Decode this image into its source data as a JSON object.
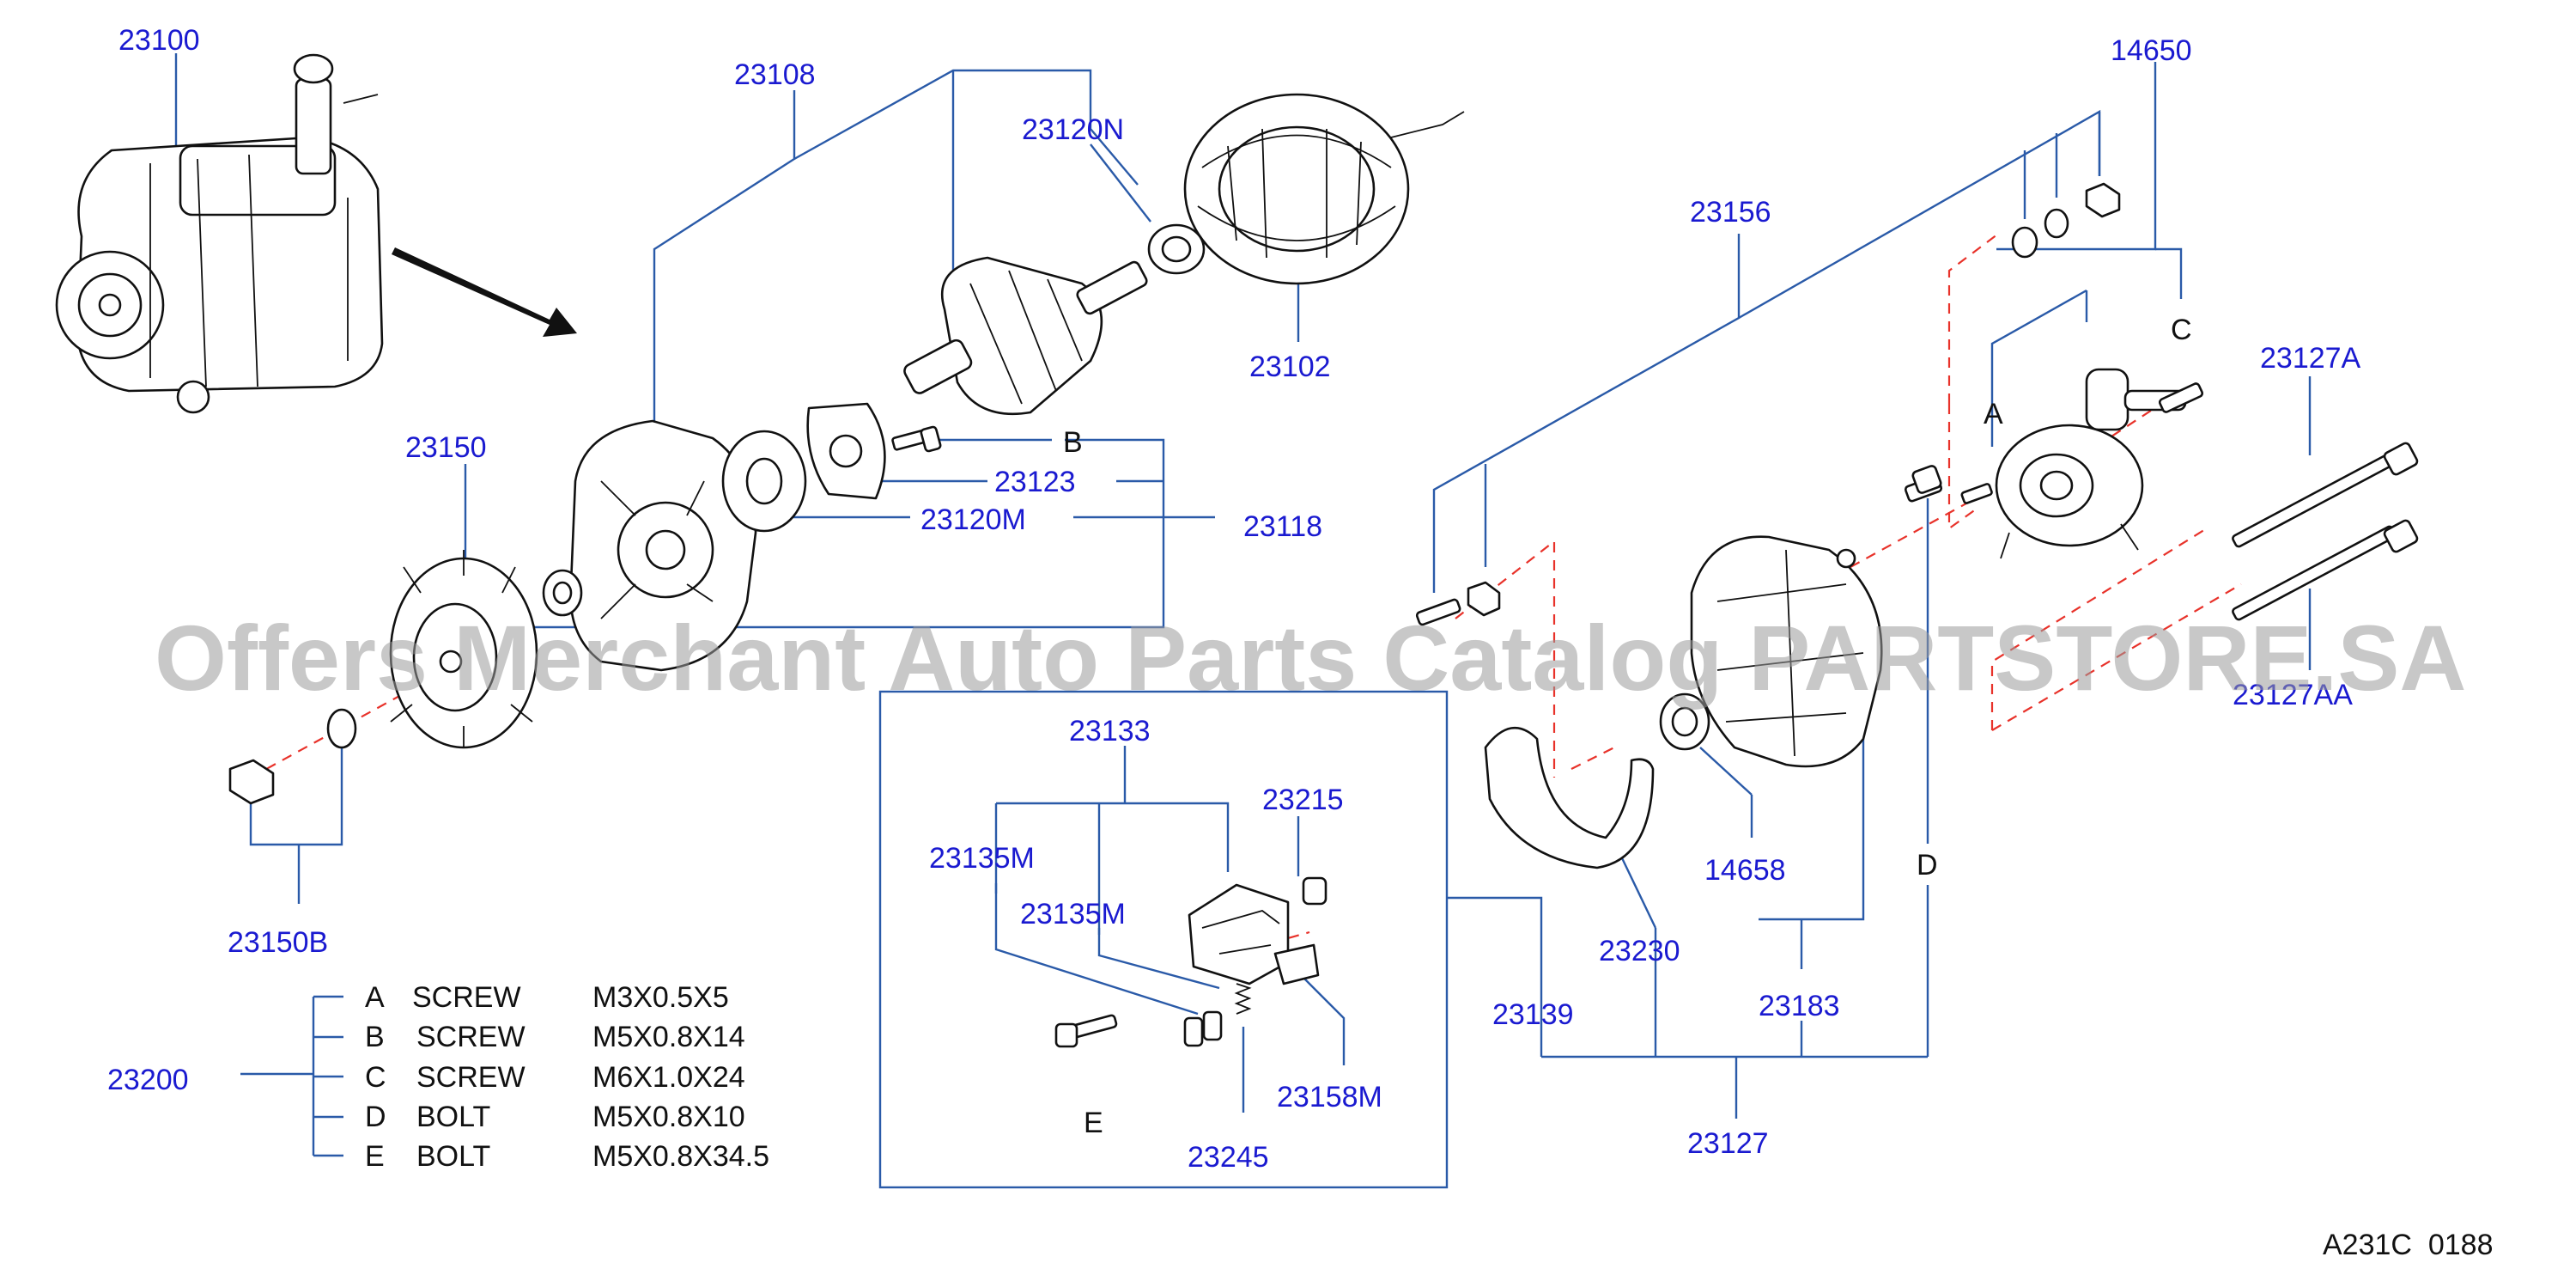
{
  "part_numbers": {
    "p23100": "23100",
    "p23108": "23108",
    "p23120N": "23120N",
    "p23102": "23102",
    "p14650": "14650",
    "p23156": "23156",
    "p23127A": "23127A",
    "p23150": "23150",
    "p23123": "23123",
    "p23120M": "23120M",
    "p23118": "23118",
    "p23127AA": "23127AA",
    "p23150B": "23150B",
    "p23133": "23133",
    "p23215": "23215",
    "p23135M_a": "23135M",
    "p23135M_b": "23135M",
    "p14658": "14658",
    "p23230": "23230",
    "p23139": "23139",
    "p23183": "23183",
    "p23158M": "23158M",
    "p23245": "23245",
    "p23127": "23127",
    "p23200": "23200"
  },
  "callout_letters": {
    "A": "A",
    "B": "B",
    "C": "C",
    "D": "D",
    "E": "E"
  },
  "hardware_legend": [
    {
      "letter": "A",
      "type": "SCREW",
      "size": "M3X0.5X5"
    },
    {
      "letter": "B",
      "type": "SCREW",
      "size": "M5X0.8X14"
    },
    {
      "letter": "C",
      "type": "SCREW",
      "size": "M6X1.0X24"
    },
    {
      "letter": "D",
      "type": "BOLT",
      "size": "M5X0.8X10"
    },
    {
      "letter": "E",
      "type": "BOLT",
      "size": "M5X0.8X34.5"
    }
  ],
  "diagram_code": "A231C  0188",
  "watermark": "Offers Merchant Auto Parts Catalog PARTSTORE.SA",
  "colors": {
    "part_label": "#1a1ad0",
    "leader_line": "#2a5aa8",
    "hidden_line": "#e8322a",
    "watermark": "#9a9a9a"
  }
}
